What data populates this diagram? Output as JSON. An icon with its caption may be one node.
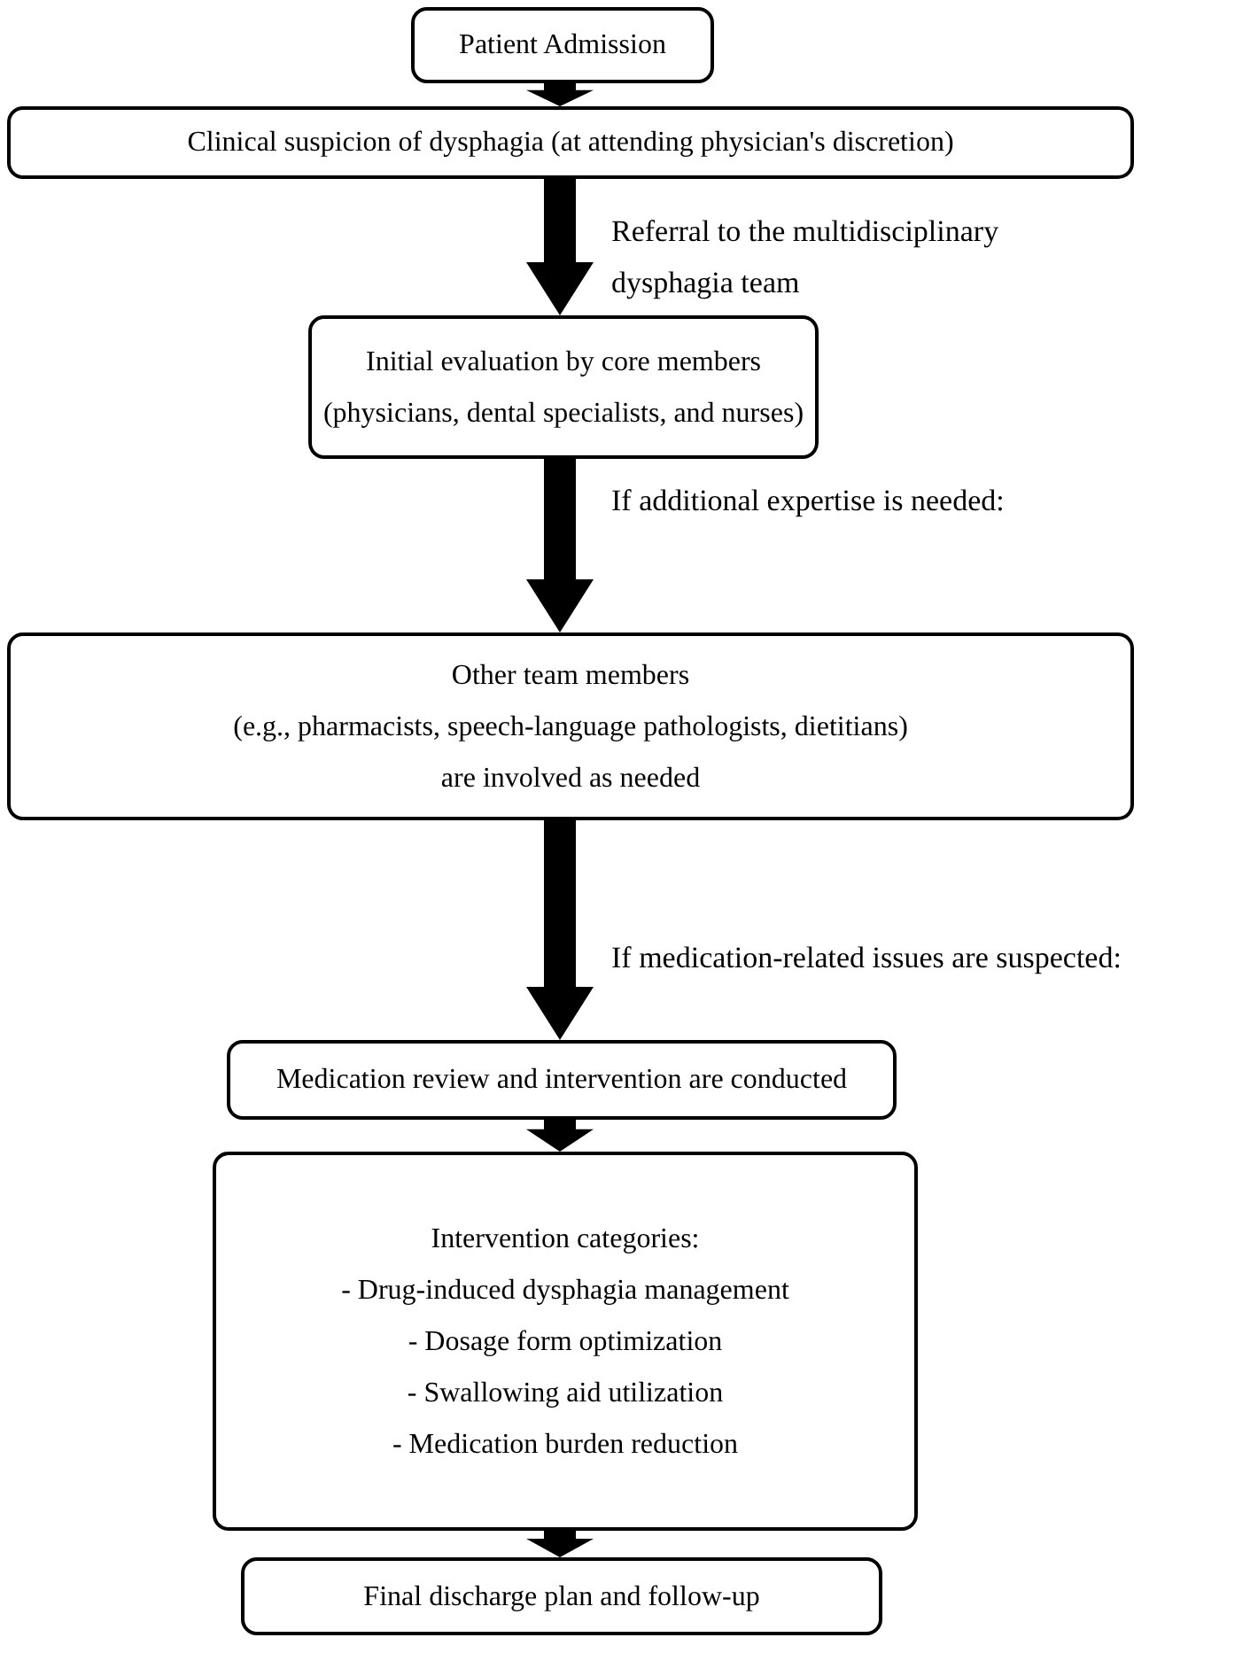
{
  "diagram": {
    "nodes": [
      {
        "text": [
          "Patient Admission"
        ]
      },
      {
        "text": [
          "Clinical suspicion of dysphagia (at attending physician's discretion)"
        ]
      },
      {
        "text": [
          "Initial evaluation by core members",
          "(physicians, dental specialists, and nurses)"
        ]
      },
      {
        "text": [
          "Other team members",
          "(e.g., pharmacists, speech-language pathologists, dietitians)",
          "are involved as needed"
        ]
      },
      {
        "text": [
          "Medication review and intervention are conducted"
        ]
      },
      {
        "text": [
          "Intervention categories:",
          "- Drug-induced dysphagia management",
          "- Dosage form optimization",
          "- Swallowing aid utilization",
          "- Medication burden reduction"
        ]
      },
      {
        "text": [
          "Final discharge plan and follow-up"
        ]
      }
    ],
    "edges": [
      {
        "from": 0,
        "to": 1,
        "arrow": "to"
      },
      {
        "from": 1,
        "to": 2,
        "arrow": "to",
        "label": "Referral to the multidisciplinary dysphagia team"
      },
      {
        "from": 2,
        "to": 3,
        "arrow": "to",
        "label": "If additional expertise is needed:"
      },
      {
        "from": 3,
        "to": 4,
        "arrow": "to",
        "label": "If medication-related issues are suspected:"
      },
      {
        "from": 4,
        "to": 5,
        "arrow": "to"
      },
      {
        "from": 5,
        "to": 6,
        "arrow": "to"
      }
    ]
  }
}
